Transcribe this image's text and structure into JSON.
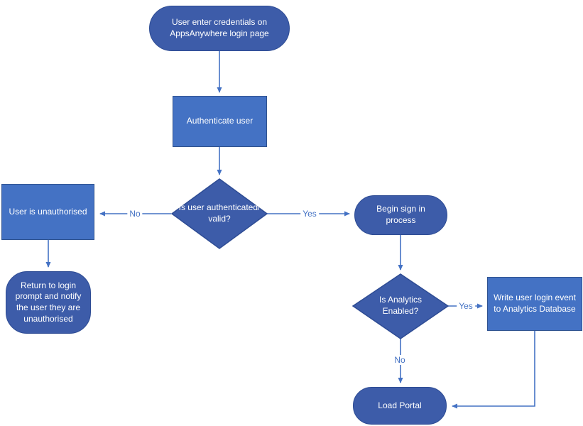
{
  "diagram": {
    "type": "flowchart",
    "colors": {
      "process_fill": "#4472C4",
      "process_border": "#2F528F",
      "terminator_fill": "#3D5CA9",
      "terminator_border": "#2E4C94",
      "connector": "#4472C4",
      "edge_label": "#4472C4",
      "node_text": "#FFFFFF",
      "background": "#FFFFFF"
    },
    "nodes": {
      "start": {
        "type": "terminator",
        "label": "User enter credentials on AppsAnywhere login page"
      },
      "authenticate": {
        "type": "process",
        "label": "Authenticate user"
      },
      "auth_decision": {
        "type": "decision",
        "label": "Is user authenticated/ valid?"
      },
      "unauthorised": {
        "type": "process",
        "label": "User is unauthorised"
      },
      "return_login": {
        "type": "terminator",
        "label": "Return to login prompt and notify the user they are unauthorised"
      },
      "begin_signin": {
        "type": "terminator",
        "label": "Begin sign in process"
      },
      "analytics_decision": {
        "type": "decision",
        "label": "Is Analytics Enabled?"
      },
      "write_analytics": {
        "type": "process",
        "label": "Write user login event to Analytics Database"
      },
      "load_portal": {
        "type": "terminator",
        "label": "Load Portal"
      }
    },
    "edge_labels": {
      "auth_no": "No",
      "auth_yes": "Yes",
      "analytics_yes": "Yes",
      "analytics_no": "No"
    }
  }
}
